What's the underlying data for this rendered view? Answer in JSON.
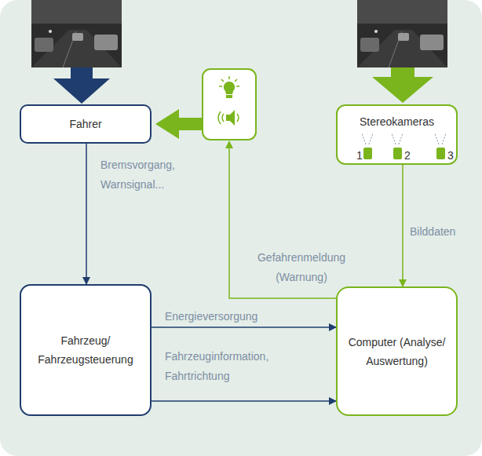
{
  "diagram": {
    "nodes": [
      {
        "text": [
          "Fahrer"
        ]
      },
      {
        "text": [
          "Stereokameras"
        ]
      },
      {
        "text": [
          "Fahrzeug/ Fahrzeugsteuerung"
        ]
      },
      {
        "text": [
          "Computer (Analyse/ Auswertung)"
        ]
      }
    ],
    "edges": [
      {
        "from": 0,
        "to": 2,
        "label": "Bremsvorgang, Warnsignal...",
        "arrow": "to"
      },
      {
        "from": 1,
        "to": 3,
        "label": "Bilddaten",
        "arrow": "to"
      },
      {
        "from": 2,
        "to": 3,
        "label": "Energieversorgung",
        "arrow": "to"
      },
      {
        "from": 2,
        "to": 3,
        "label": "Fahrzeuginformation, Fahrtrichtung",
        "arrow": "to"
      }
    ],
    "labels": [
      "1",
      "2",
      "3",
      "Gefahrenmeldung (Warnung)"
    ]
  }
}
